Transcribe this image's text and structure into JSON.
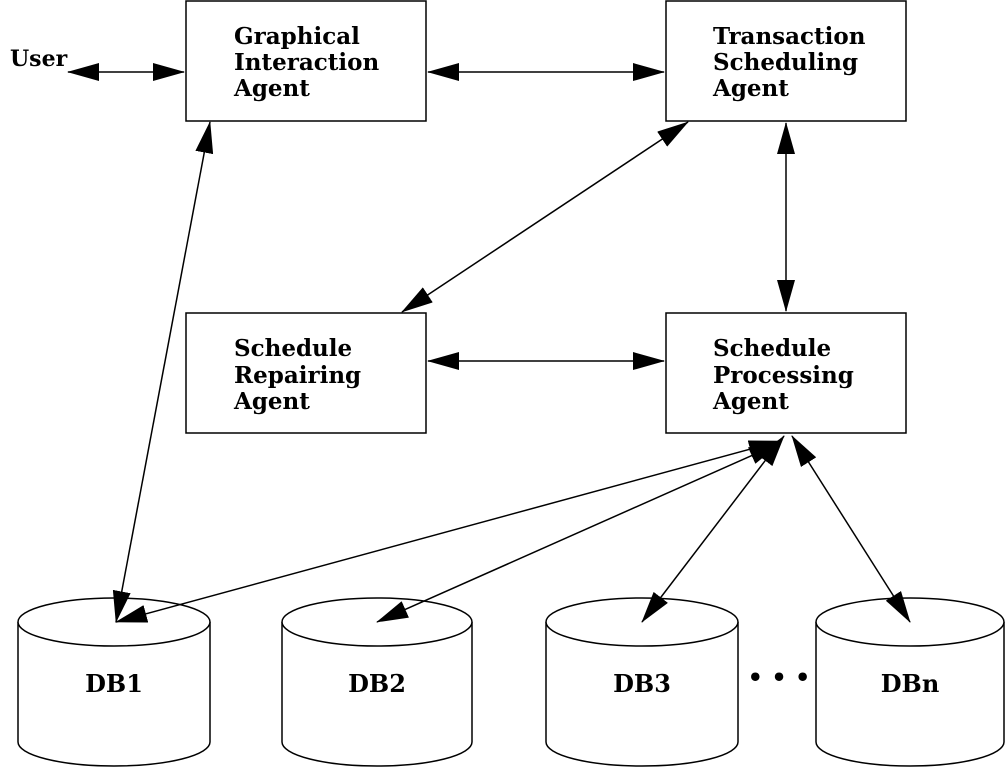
{
  "actor": {
    "label": "User"
  },
  "agents": {
    "graphical_interaction": [
      "Graphical",
      "Interaction",
      "Agent"
    ],
    "transaction_scheduling": [
      "Transaction",
      "Scheduling",
      "Agent"
    ],
    "schedule_repairing": [
      "Schedule",
      "Repairing",
      "Agent"
    ],
    "schedule_processing": [
      "Schedule",
      "Processing",
      "Agent"
    ]
  },
  "databases": [
    "DB1",
    "DB2",
    "DB3",
    "DBn"
  ],
  "ellipsis": "• • •",
  "colors": {
    "stroke": "#000000",
    "background": "#ffffff"
  }
}
